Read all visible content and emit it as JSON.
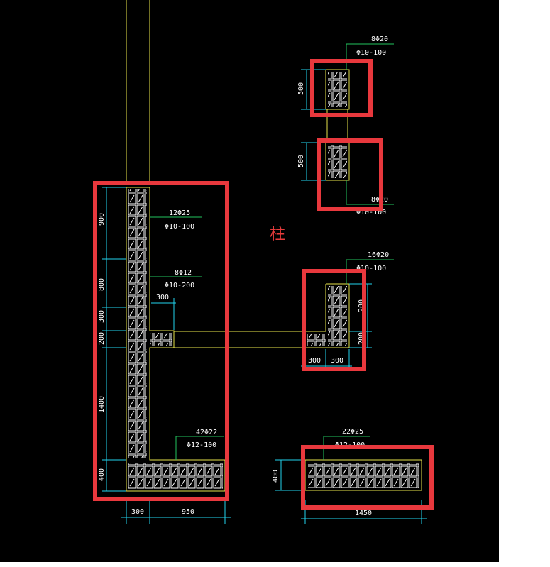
{
  "colors": {
    "background": "#000000",
    "outline": "#e6e24a",
    "rebar": "#ffffff",
    "leader": "#22c55e",
    "dimension": "#22d3ee",
    "highlight": "#e8383d",
    "cjk_label": "#e63b3b"
  },
  "center_label": "柱",
  "left_section": {
    "label_a_main": "12Φ25",
    "label_a_stirrup": "Φ10-100",
    "label_b_main": "8Φ12",
    "label_b_stirrup": "Φ10-200",
    "label_small_dim": "300",
    "label_c_main": "42Φ22",
    "label_c_stirrup": "Φ12-100",
    "dims_vertical": [
      "900",
      "800",
      "300",
      "200",
      "1400",
      "400"
    ],
    "dims_bottom": [
      "300",
      "950"
    ]
  },
  "right_top_1": {
    "main": "8Φ20",
    "stirrup": "Φ10-100",
    "dim": "500"
  },
  "right_top_2": {
    "main": "8Φ20",
    "stirrup": "Φ10-100",
    "dim": "500"
  },
  "right_mid": {
    "main": "16Φ20",
    "stirrup": "Φ10-100",
    "dim_vertical_a": "200",
    "dim_vertical_b": "200",
    "dims_bottom": [
      "300",
      "300"
    ]
  },
  "right_bottom": {
    "main": "22Φ25",
    "stirrup": "Φ12-100",
    "dim_vertical": "400",
    "dim_bottom": "1450"
  }
}
